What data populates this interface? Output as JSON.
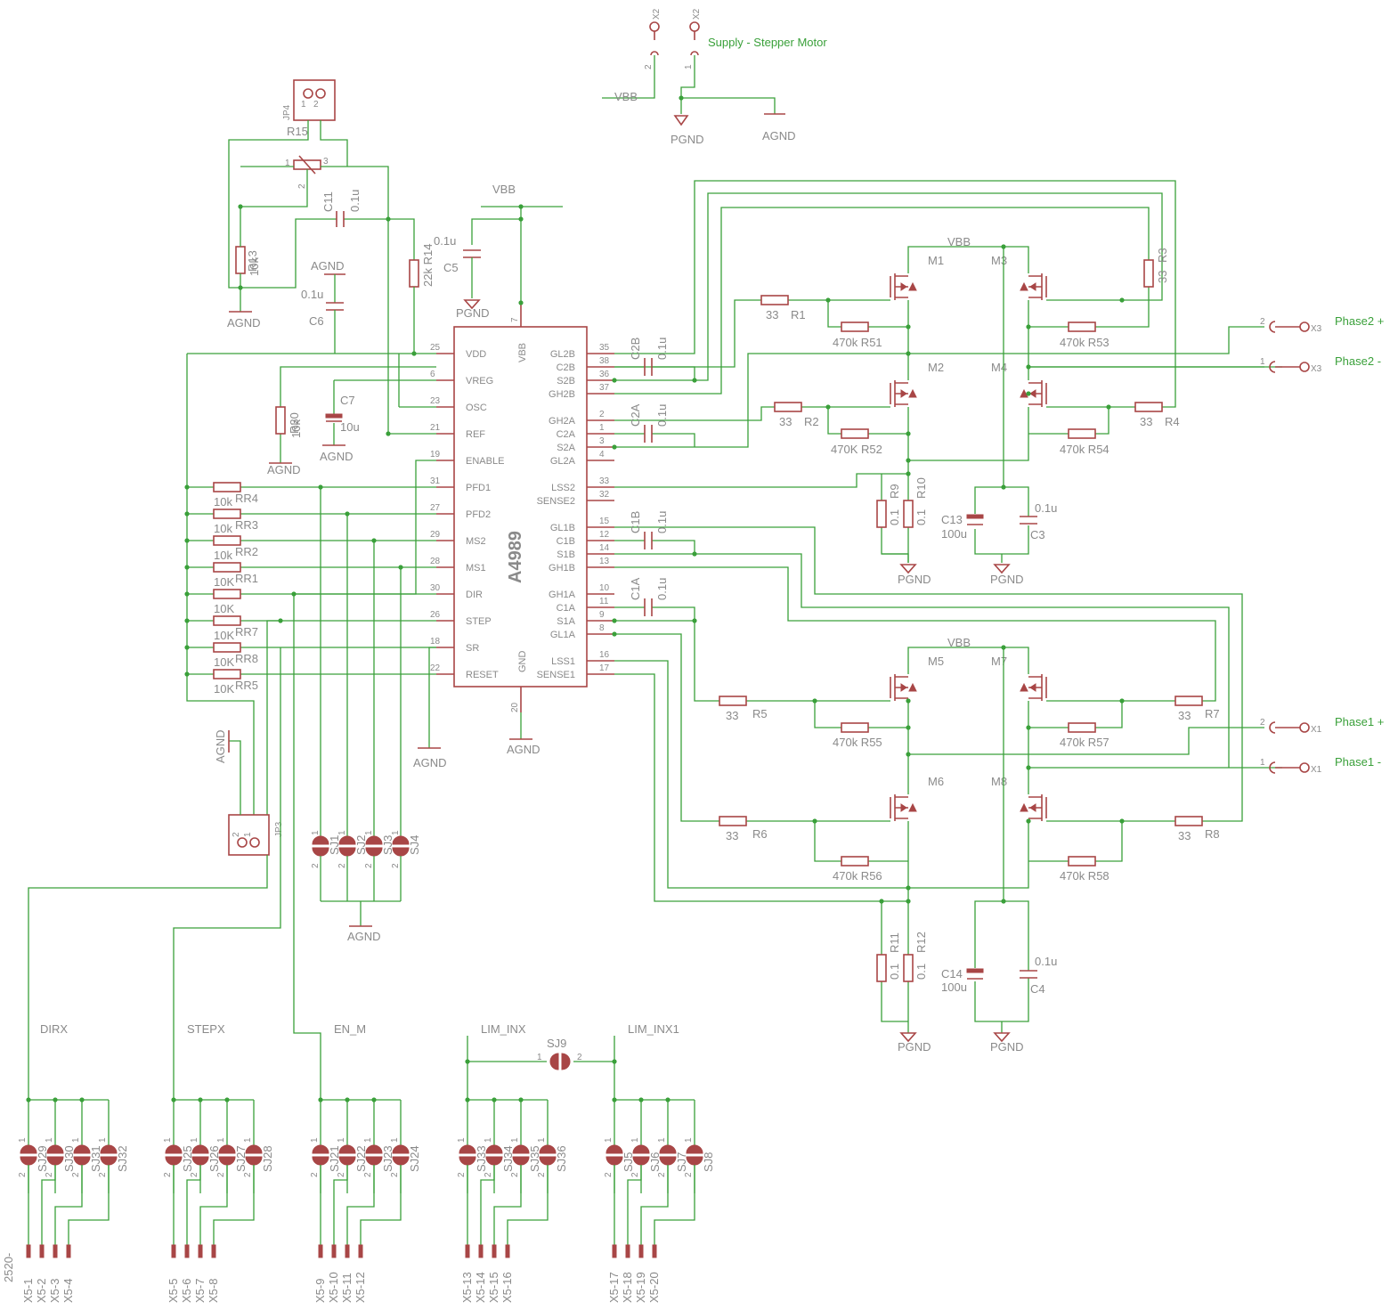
{
  "ic": {
    "name": "A4989",
    "left_pins": [
      {
        "num": "25",
        "name": "VDD"
      },
      {
        "num": "6",
        "name": "VREG"
      },
      {
        "num": "23",
        "name": "OSC"
      },
      {
        "num": "21",
        "name": "REF"
      },
      {
        "num": "19",
        "name": "ENABLE"
      },
      {
        "num": "31",
        "name": "PFD1"
      },
      {
        "num": "27",
        "name": "PFD2"
      },
      {
        "num": "29",
        "name": "MS2"
      },
      {
        "num": "28",
        "name": "MS1"
      },
      {
        "num": "30",
        "name": "DIR"
      },
      {
        "num": "26",
        "name": "STEP"
      },
      {
        "num": "18",
        "name": "SR"
      },
      {
        "num": "22",
        "name": "RESET"
      }
    ],
    "right_pins": [
      {
        "num": "35",
        "name": "GL2B"
      },
      {
        "num": "38",
        "name": "C2B"
      },
      {
        "num": "36",
        "name": "S2B"
      },
      {
        "num": "37",
        "name": "GH2B"
      },
      {
        "num": "2",
        "name": "GH2A"
      },
      {
        "num": "1",
        "name": "C2A"
      },
      {
        "num": "3",
        "name": "S2A"
      },
      {
        "num": "4",
        "name": "GL2A"
      },
      {
        "num": "33",
        "name": "LSS2"
      },
      {
        "num": "32",
        "name": "SENSE2"
      },
      {
        "num": "15",
        "name": "GL1B"
      },
      {
        "num": "12",
        "name": "C1B"
      },
      {
        "num": "14",
        "name": "S1B"
      },
      {
        "num": "13",
        "name": "GH1B"
      },
      {
        "num": "10",
        "name": "GH1A"
      },
      {
        "num": "11",
        "name": "C1A"
      },
      {
        "num": "9",
        "name": "S1A"
      },
      {
        "num": "8",
        "name": "GL1A"
      },
      {
        "num": "16",
        "name": "LSS1"
      },
      {
        "num": "17",
        "name": "SENSE1"
      }
    ],
    "top_pin": {
      "num": "7",
      "name": "VBB"
    },
    "bottom_pin": {
      "num": "20",
      "name": "GND"
    }
  },
  "supply": {
    "label": "Supply - Stepper Motor",
    "x2_name": "X2",
    "pin2": "2",
    "pin1": "1",
    "vbb": "VBB",
    "pgnd": "PGND",
    "agnd": "AGND"
  },
  "nets": {
    "vbb": "VBB",
    "pgnd": "PGND",
    "agnd": "AGND"
  },
  "mosfets": [
    "M1",
    "M3",
    "M2",
    "M4",
    "M5",
    "M7",
    "M6",
    "M8"
  ],
  "gate_resistors": [
    {
      "name": "R1",
      "value": "33"
    },
    {
      "name": "R2",
      "value": "33"
    },
    {
      "name": "R3",
      "value": "33"
    },
    {
      "name": "R4",
      "value": "33"
    },
    {
      "name": "R5",
      "value": "33"
    },
    {
      "name": "R6",
      "value": "33"
    },
    {
      "name": "R7",
      "value": "33"
    },
    {
      "name": "R8",
      "value": "33"
    }
  ],
  "pulldown_resistors": [
    {
      "name": "R51",
      "value": "470k"
    },
    {
      "name": "R52",
      "value": "470K"
    },
    {
      "name": "R53",
      "value": "470k"
    },
    {
      "name": "R54",
      "value": "470k"
    },
    {
      "name": "R55",
      "value": "470k"
    },
    {
      "name": "R56",
      "value": "470k"
    },
    {
      "name": "R57",
      "value": "470k"
    },
    {
      "name": "R58",
      "value": "470k"
    }
  ],
  "sense_resistors": [
    {
      "name": "R9",
      "value": "0.1"
    },
    {
      "name": "R10",
      "value": "0.1"
    },
    {
      "name": "R11",
      "value": "0.1"
    },
    {
      "name": "R12",
      "value": "0.1"
    }
  ],
  "bootstrap_caps": [
    {
      "name": "C2B",
      "value": "0.1u"
    },
    {
      "name": "C2A",
      "value": "0.1u"
    },
    {
      "name": "C1B",
      "value": "0.1u"
    },
    {
      "name": "C1A",
      "value": "0.1u"
    }
  ],
  "bulk_caps": [
    {
      "name": "C13",
      "value": "100u"
    },
    {
      "name": "C3",
      "value": "0.1u"
    },
    {
      "name": "C14",
      "value": "100u"
    },
    {
      "name": "C4",
      "value": "0.1u"
    }
  ],
  "misc_parts": {
    "jp4": "JP4",
    "jp3": "JP3",
    "r15": "R15",
    "r13": "R13",
    "r13v": "10k",
    "r14": "22k R14",
    "r30": "R30",
    "r30v": "10k",
    "c11": "C11",
    "c11v": "0.1u",
    "c5": "C5",
    "c5v": "0.1u",
    "c6": "C6",
    "c6v": "0.1u",
    "c7": "C7",
    "c7v": "10u"
  },
  "resistor_array": [
    {
      "name": "RR4",
      "value": "10k"
    },
    {
      "name": "RR3",
      "value": "10k"
    },
    {
      "name": "RR2",
      "value": "10k"
    },
    {
      "name": "RR1",
      "value": "10K"
    },
    {
      "name": "RR7",
      "value": "10K"
    },
    {
      "name": "RR8",
      "value": "10K"
    },
    {
      "name": "RR5",
      "value": "10K"
    },
    {
      "name": "",
      "value": "10K"
    }
  ],
  "phases": [
    {
      "label": "Phase2 +",
      "conn": "X3",
      "pin": "2"
    },
    {
      "label": "Phase2 -",
      "conn": "X3",
      "pin": "1"
    },
    {
      "label": "Phase1 +",
      "conn": "X1",
      "pin": "2"
    },
    {
      "label": "Phase1 -",
      "conn": "X1",
      "pin": "1"
    }
  ],
  "bus_labels": [
    "DIRX",
    "STEPX",
    "EN_M",
    "LIM_INX",
    "LIM_INX1"
  ],
  "sj9": "SJ9",
  "ms_jumpers": [
    "SJ1",
    "SJ2",
    "SJ3",
    "SJ4"
  ],
  "jumper_groups": [
    [
      "SJ29",
      "SJ30",
      "SJ31",
      "SJ32"
    ],
    [
      "SJ25",
      "SJ26",
      "SJ27",
      "SJ28"
    ],
    [
      "SJ21",
      "SJ22",
      "SJ23",
      "SJ24"
    ],
    [
      "SJ33",
      "SJ34",
      "SJ35",
      "SJ36"
    ],
    [
      "SJ5",
      "SJ6",
      "SJ7",
      "SJ8"
    ]
  ],
  "header_pins": [
    "X5-1",
    "X5-2",
    "X5-3",
    "X5-4",
    "X5-5",
    "X5-6",
    "X5-7",
    "X5-8",
    "X5-9",
    "X5-10",
    "X5-11",
    "X5-12",
    "X5-13",
    "X5-14",
    "X5-15",
    "X5-16",
    "X5-17",
    "X5-18",
    "X5-19",
    "X5-20"
  ],
  "header_name": "2520-",
  "pin_labels": {
    "one": "1",
    "two": "2",
    "three": "3"
  },
  "colors": {
    "wire": "#3aa03a",
    "part": "#a84646",
    "text": "#8a8a8a",
    "net_label": "#3aa03a"
  }
}
